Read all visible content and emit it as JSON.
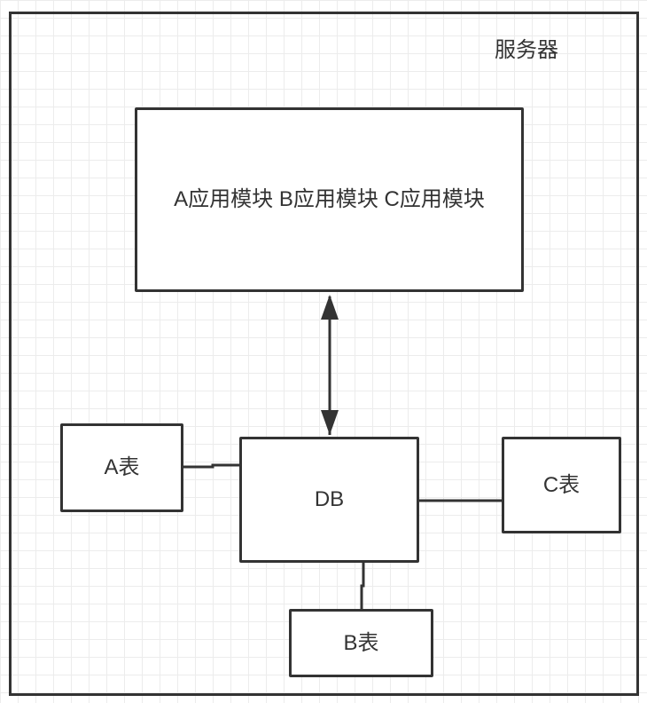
{
  "server": {
    "label": "服务器"
  },
  "app_modules": {
    "label": "A应用模块 B应用模块 C应用模块"
  },
  "db": {
    "label": "DB"
  },
  "tables": {
    "a": "A表",
    "b": "B表",
    "c": "C表"
  },
  "colors": {
    "stroke": "#333333",
    "grid": "#ececec",
    "background": "#ffffff"
  }
}
